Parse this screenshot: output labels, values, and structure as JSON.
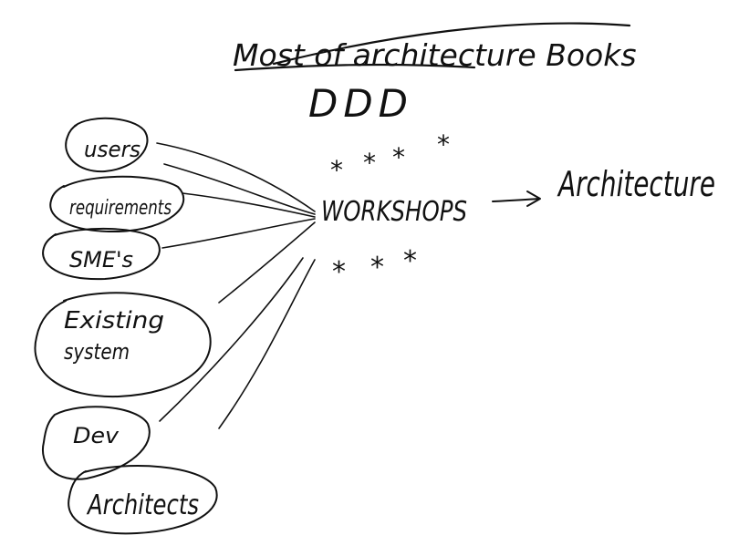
{
  "title": {
    "text": "Most of architecture Books",
    "struck_through": true
  },
  "subtitle": "DDD",
  "center": {
    "label": "WORKSHOPS",
    "stars_above": 4,
    "stars_below": 3
  },
  "arrow_target": "Architecture",
  "inputs": [
    {
      "id": "users",
      "label": "users"
    },
    {
      "id": "requirements",
      "label": "requirements"
    },
    {
      "id": "sme",
      "label": "SME's"
    },
    {
      "id": "existing-system",
      "label": "Existing system"
    },
    {
      "id": "dev",
      "label": "Dev"
    },
    {
      "id": "architects",
      "label": "Architects"
    }
  ],
  "colors": {
    "ink": "#111111",
    "background": "#ffffff"
  }
}
